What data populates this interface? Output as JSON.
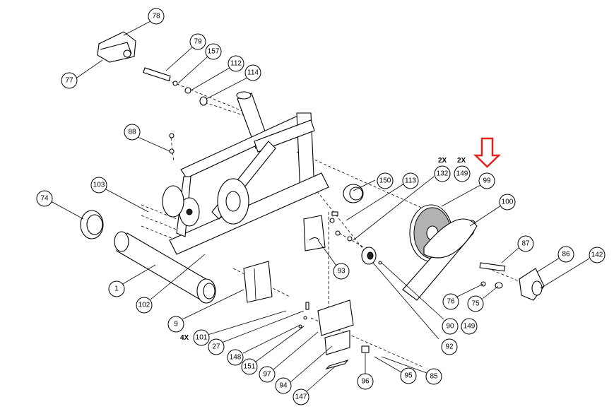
{
  "diagram": {
    "type": "exploded-parts-diagram",
    "highlight_color": "#e0241b",
    "highlighted_part": "99",
    "callouts": [
      "78",
      "77",
      "79",
      "157",
      "112",
      "114",
      "88",
      "103",
      "74",
      "1",
      "102",
      "9",
      "101",
      "27",
      "148",
      "151",
      "97",
      "94",
      "147",
      "96",
      "95",
      "85",
      "93",
      "90",
      "149",
      "92",
      "76",
      "75",
      "87",
      "86",
      "142",
      "100",
      "99",
      "150",
      "113",
      "132"
    ],
    "multiplier_labels": [
      {
        "text": "2X",
        "for": "132"
      },
      {
        "text": "2X",
        "for": "149"
      },
      {
        "text": "4X",
        "for": "101"
      }
    ]
  }
}
